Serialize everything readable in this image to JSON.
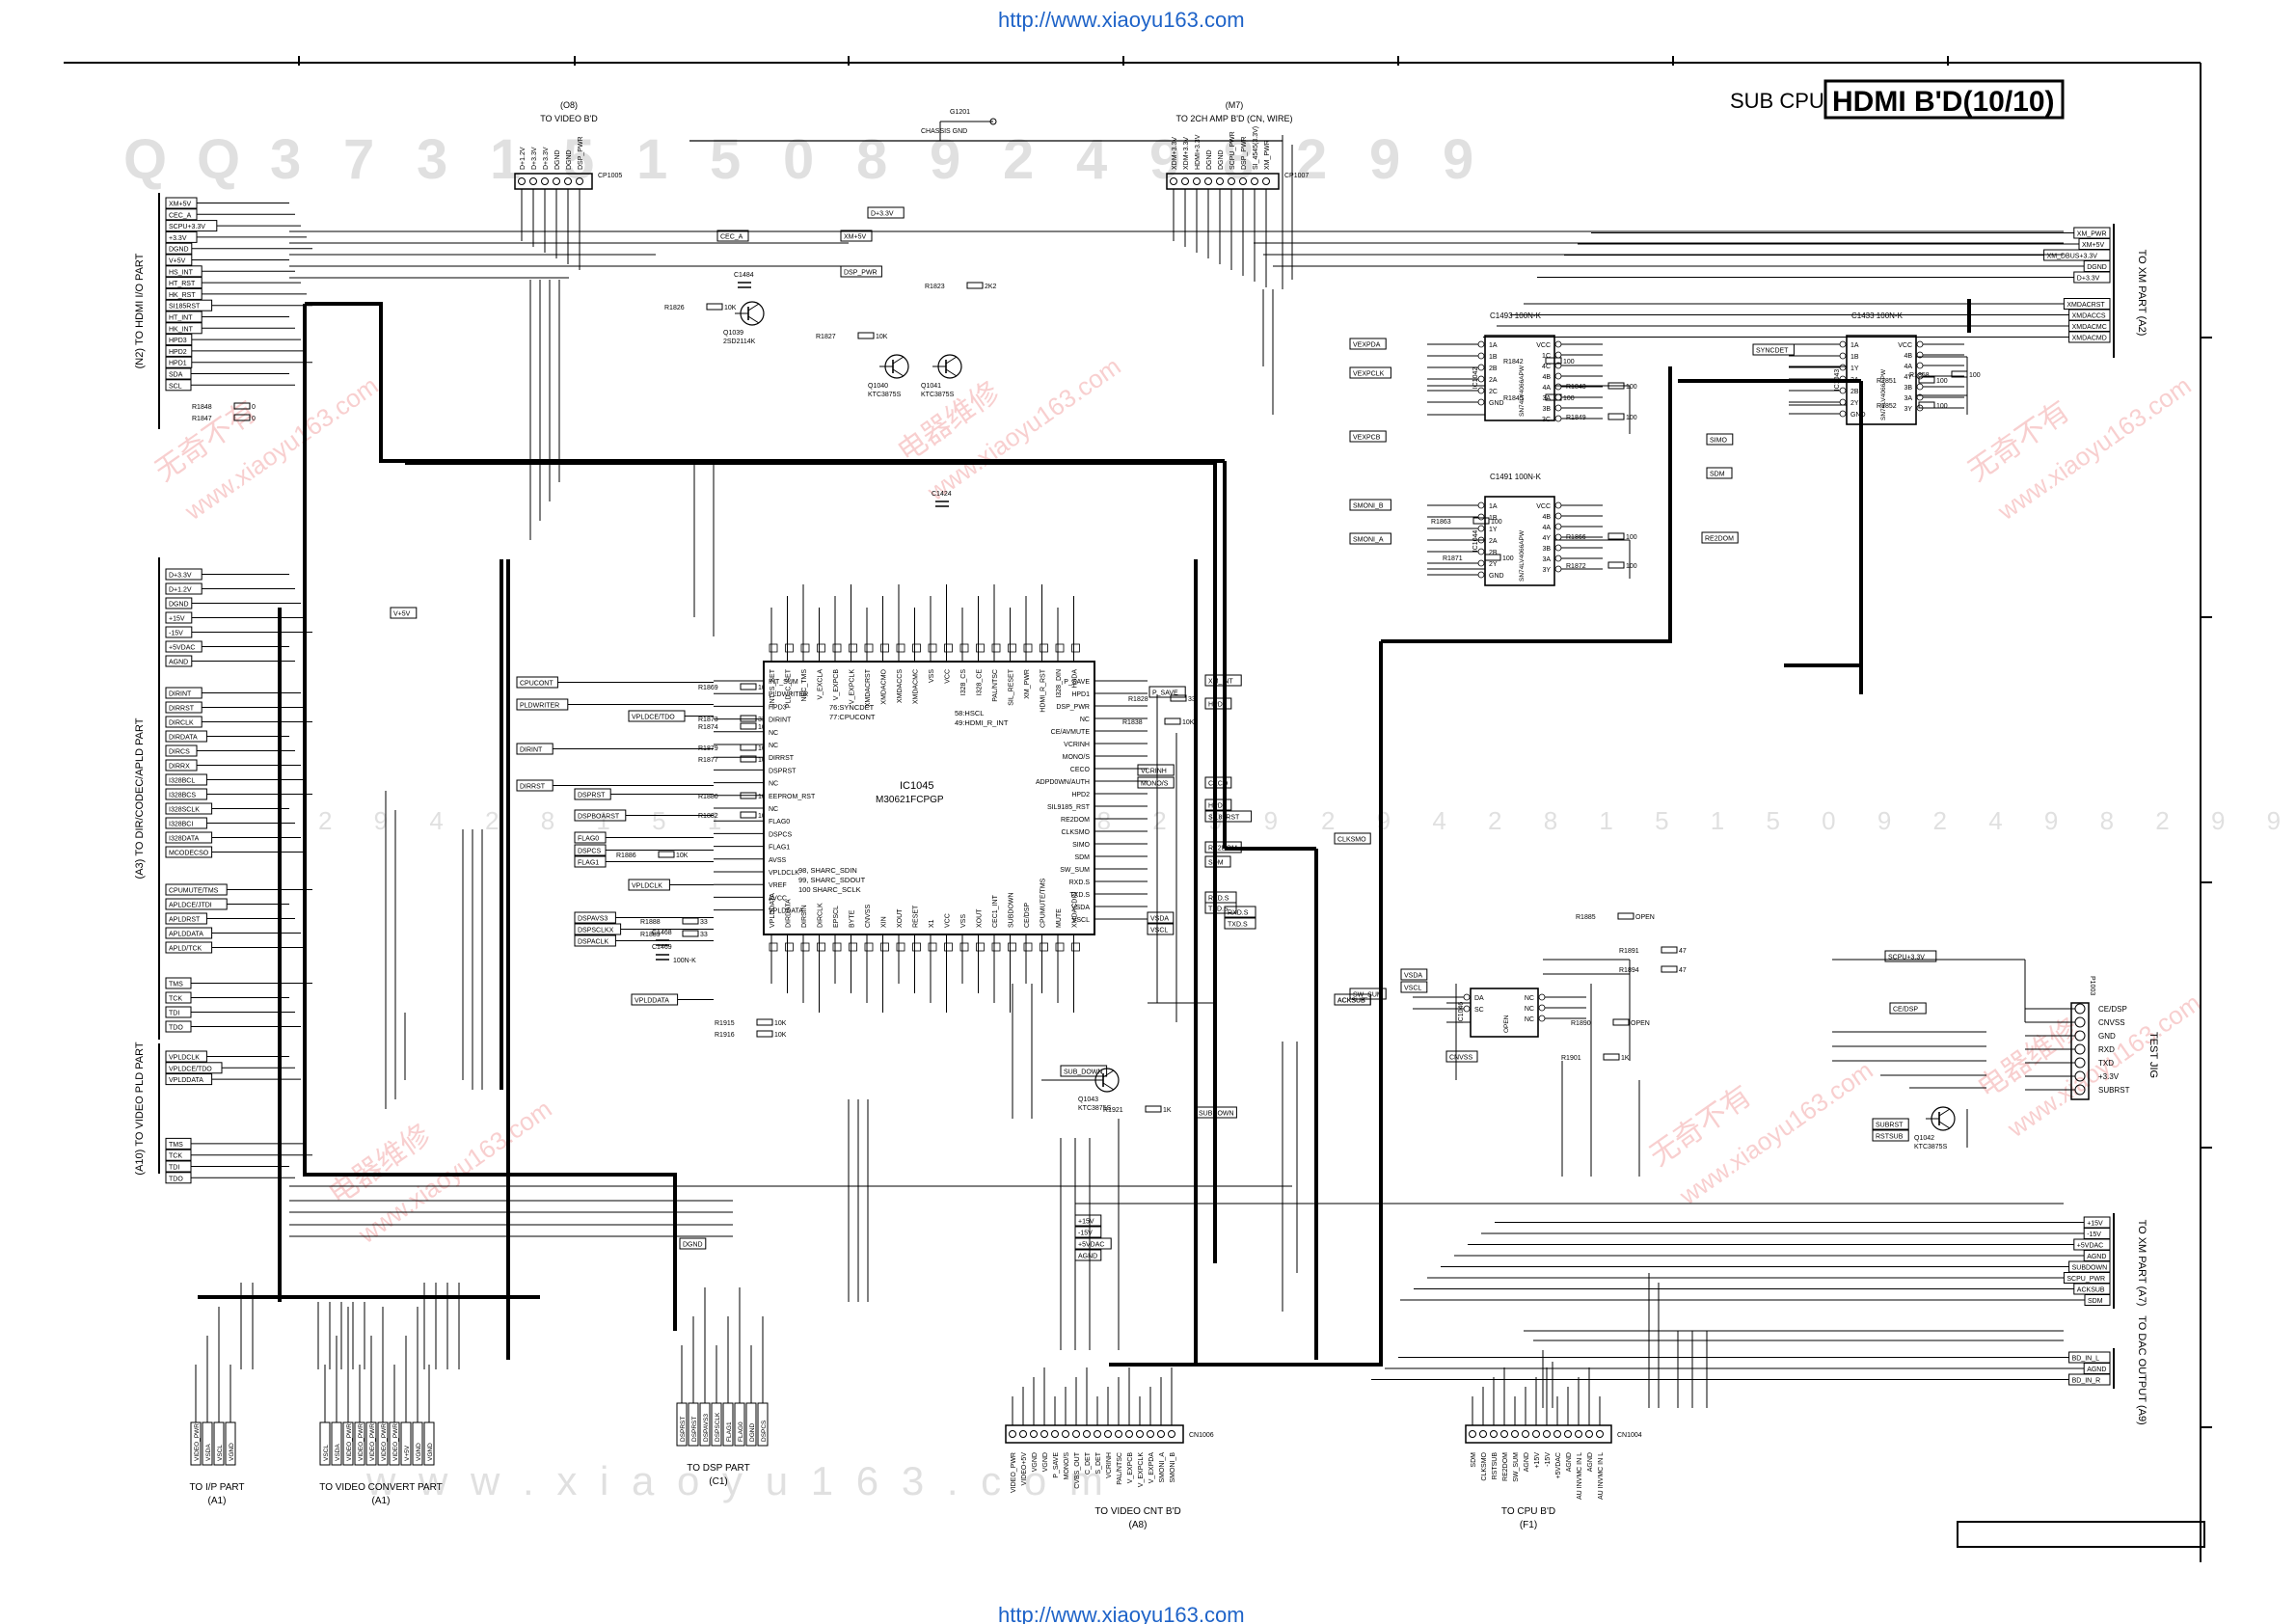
{
  "header": {
    "url_top": "http://www.xiaoyu163.com",
    "url_bottom": "http://www.xiaoyu163.com",
    "sub_cpu": "SUB CPU",
    "board_title": "HDMI B'D(10/10)"
  },
  "watermark": {
    "digits": [
      "Q",
      "Q",
      "3",
      "7",
      "3",
      "1",
      "5",
      "1",
      "5",
      "0",
      "8",
      "9",
      "2",
      "4",
      "9",
      "8",
      "2",
      "9",
      "9"
    ],
    "digits_mid": "2 9 4 2 8 1 5 1 5 0   9 2 4 9 8 2 9 9",
    "site": "www.xiaoyu163.com",
    "footer_site": "w w w . x i a o y u 1 6 3 . c o m",
    "chinese": [
      "无奇不有",
      "电器维修",
      "无奇不有",
      "电器维修",
      "无奇不有",
      "电器维修"
    ]
  },
  "left_connectors": [
    {
      "ref": "(N2)",
      "title": "TO HDMI I/O PART",
      "pins": [
        "XM+5V",
        "CEC_A",
        "SCPU+3.3V",
        "+3.3V",
        "DGND",
        "V+5V",
        "HS_INT",
        "HT_RST",
        "HK_RST",
        "SI185RST",
        "HT_INT",
        "HK_INT",
        "HPD3",
        "HPD2",
        "HPD1",
        "SDA",
        "SCL"
      ]
    },
    {
      "ref": "(A3)",
      "title": "TO DIR/CODEC/APLD PART",
      "pins": [
        "D+3.3V",
        "D+1.2V",
        "DGND",
        "+15V",
        "-15V",
        "+5VDAC",
        "AGND",
        "DIRINT",
        "DIRRST",
        "DIRCLK",
        "DIRDATA",
        "DIRCS",
        "DIRRX",
        "I328BCL",
        "I328BCS",
        "I328SCLK",
        "I328BCI",
        "I328DATA",
        "MCODECSO",
        "CPUMUTE/TMS",
        "APLDCE/JTDI",
        "APLDRST",
        "APLDDATA",
        "APLD/TCK",
        "TMS",
        "TCK",
        "TDI",
        "TDO"
      ]
    },
    {
      "ref": "(A10)",
      "title": "TO VIDEO PLD PART",
      "pins": [
        "VPLDCLK",
        "VPLDCE/TDO",
        "VPLDDATA",
        "TMS",
        "TCK",
        "TDI",
        "TDO"
      ]
    }
  ],
  "top_connectors": [
    {
      "ref": "(O8)",
      "title": "TO VIDEO B'D",
      "cp": "CP1005",
      "pins": [
        "D+1.2V",
        "D+3.3V",
        "D+3.3V",
        "DGND",
        "DGND",
        "DSP_PWR"
      ]
    },
    {
      "ref": "(M7)",
      "title": "TO 2CH AMP B'D (CN, WIRE)",
      "cp": "CP1007",
      "pins": [
        "XDM+3.3V",
        "XDM+3.3V",
        "HDMI+3.3V",
        "DGND",
        "DGND",
        "SCPU_PWR",
        "DSP_PWR",
        "SI_4545(3.3V)",
        "XM_PWR"
      ]
    }
  ],
  "chassis": {
    "ref": "G1201",
    "label": "CHASSIS GND"
  },
  "right_connectors": [
    {
      "ref": "(A2)",
      "title": "TO XM PART",
      "pins": [
        "XM_PWR",
        "XM+5V",
        "XM_DBUS+3.3V",
        "DGND",
        "D+3.3V",
        "XMDACRST",
        "XMDACCS",
        "XMDACMC",
        "XMDACMD"
      ]
    },
    {
      "ref": "(A7)",
      "title": "TO XM PART",
      "pins": [
        "+15V",
        "-15V",
        "+5VDAC",
        "AGND",
        "SUBDOWN",
        "SCPU_PWR",
        "ACKSUB",
        "SDM"
      ]
    },
    {
      "ref": "(A9)",
      "title": "TO DAC OUTPUT",
      "pins": [
        "BD_IN_L",
        "AGND",
        "BD_IN_R"
      ]
    }
  ],
  "test_jig": {
    "ref": "P1003",
    "title": "TEST JIG",
    "pins": [
      "CE/DSP",
      "CNVSS",
      "GND",
      "RXD",
      "TXD",
      "+3.3V",
      "SUBRST"
    ]
  },
  "ic_main": {
    "ref": "IC1045",
    "part": "M30621FCPGP",
    "notes": [
      "76:SYNCDET",
      "77:CPUCONT",
      "58:HSCL",
      "49:HDMI_R_INT",
      "98, SHARC_SDIN",
      "99, SHARC_SDOUT",
      "100 SHARC_SCLK"
    ],
    "left_pins": [
      "INT_SUM",
      "PLDWRITER",
      "HPD3",
      "DIRINT",
      "NC",
      "NC",
      "DIRRST",
      "DSPRST",
      "NC",
      "EEPROM_RST",
      "NC",
      "FLAG0",
      "DSPCS",
      "FLAG1",
      "AVSS",
      "VPLDCLK",
      "VREF",
      "AVCC",
      "VPLDDATA"
    ],
    "right_pins": [
      "P_SAVE",
      "HPD1",
      "DSP_PWR",
      "NC",
      "CE/AVMUTE",
      "VCRINH",
      "MONO/S",
      "CECO",
      "ADPD0WN/AUTH",
      "HPD2",
      "SIL9185_RST",
      "RE2DOM",
      "CLKSMO",
      "SIMO",
      "SDM",
      "SW_SUM",
      "RXD.S",
      "TXD.S",
      "VSDA",
      "VSCL"
    ],
    "top_pins": [
      "INT_S_SET",
      "PLD_C_SET",
      "NEC_TMS",
      "V_EXCLA",
      "V_EXPCB",
      "V_EXPCLK",
      "XMDACRST",
      "XMDACMO",
      "XMDACCS",
      "XMDACMC",
      "VSS",
      "VCC",
      "I328_CS",
      "I328_CE",
      "PAL/NTSC",
      "SIL_RESET",
      "XM_PWR",
      "HDMI_R_RST",
      "I328_DIN",
      "HSDA"
    ],
    "bottom_pins": [
      "VPLDDATA",
      "DIRDATA",
      "DIRSIN",
      "DIRCLK",
      "EPSCL",
      "BYTE",
      "CNVSS",
      "XIN",
      "XOUT",
      "RESET",
      "X1",
      "VCC",
      "VSS",
      "XOUT",
      "CEC1_INT",
      "SUBDOWN",
      "CE/DSP",
      "CPUMUTE/TMS",
      "MUTE",
      "XMDACDIN"
    ]
  },
  "ics": [
    {
      "ref": "IC1042",
      "part": "SN74LV4066APW",
      "cap": "C1493  100N-K",
      "pins_l": [
        "1A",
        "1B",
        "2B",
        "2A",
        "2C",
        "GND"
      ],
      "pins_r": [
        "VCC",
        "1C",
        "4C",
        "4B",
        "4A",
        "3A",
        "3B",
        "3C"
      ]
    },
    {
      "ref": "IC1044",
      "part": "SN74LV4066APW",
      "cap": "C1491  100N-K",
      "pins_l": [
        "1A",
        "1B",
        "1Y",
        "2A",
        "2B",
        "2Y",
        "GND"
      ],
      "pins_r": [
        "VCC",
        "4B",
        "4A",
        "4Y",
        "3B",
        "3A",
        "3Y"
      ]
    },
    {
      "ref": "IC1043",
      "part": "SN74LV4066APW",
      "cap": "C1433  100N-K",
      "pins_l": [
        "1A",
        "1B",
        "1Y",
        "2A",
        "2B",
        "2Y",
        "GND"
      ],
      "pins_r": [
        "VCC",
        "4B",
        "4A",
        "4Y",
        "3B",
        "3A",
        "3Y"
      ]
    },
    {
      "ref": "IC1046",
      "part": "OPEN",
      "cap": "",
      "pins_l": [
        "DA",
        "SC"
      ],
      "pins_r": [
        "NC",
        "NC",
        "NC"
      ]
    }
  ],
  "transistors": [
    {
      "ref": "Q1039",
      "part": "2SD2114K"
    },
    {
      "ref": "Q1040",
      "part": "KTC3875S"
    },
    {
      "ref": "Q1041",
      "part": "KTC3875S"
    },
    {
      "ref": "Q1043",
      "part": "KTC3875S"
    },
    {
      "ref": "Q1042",
      "part": "KTC3875S"
    }
  ],
  "resistors": [
    {
      "ref": "R1848",
      "val": "0"
    },
    {
      "ref": "R1847",
      "val": "0"
    },
    {
      "ref": "R1826",
      "val": "10K"
    },
    {
      "ref": "R1823",
      "val": "2K2"
    },
    {
      "ref": "R1827",
      "val": "10K"
    },
    {
      "ref": "R1869",
      "val": "10K"
    },
    {
      "ref": "R1873",
      "val": "33"
    },
    {
      "ref": "R1874",
      "val": "10K"
    },
    {
      "ref": "R1879",
      "val": "10K"
    },
    {
      "ref": "R1877",
      "val": "10K"
    },
    {
      "ref": "R1880",
      "val": "10K"
    },
    {
      "ref": "R1882",
      "val": "10K"
    },
    {
      "ref": "R1886",
      "val": "10K"
    },
    {
      "ref": "R1888",
      "val": "33"
    },
    {
      "ref": "R1889",
      "val": "33"
    },
    {
      "ref": "R1915",
      "val": "10K"
    },
    {
      "ref": "R1916",
      "val": "10K"
    },
    {
      "ref": "R1828",
      "val": "33"
    },
    {
      "ref": "R1838",
      "val": "10K"
    },
    {
      "ref": "R1921",
      "val": "1K"
    },
    {
      "ref": "R1842",
      "val": "100"
    },
    {
      "ref": "R1843",
      "val": "100"
    },
    {
      "ref": "R1845",
      "val": "100"
    },
    {
      "ref": "R1849",
      "val": "100"
    },
    {
      "ref": "R1863",
      "val": "100"
    },
    {
      "ref": "R1866",
      "val": "100"
    },
    {
      "ref": "R1871",
      "val": "100"
    },
    {
      "ref": "R1872",
      "val": "100"
    },
    {
      "ref": "R1851",
      "val": "100"
    },
    {
      "ref": "R1852",
      "val": "100"
    },
    {
      "ref": "R1858",
      "val": "100"
    },
    {
      "ref": "R1885",
      "val": "OPEN"
    },
    {
      "ref": "R1901",
      "val": "1K"
    },
    {
      "ref": "R1890",
      "val": "OPEN"
    },
    {
      "ref": "R1891",
      "val": "47"
    },
    {
      "ref": "R1894",
      "val": "47"
    }
  ],
  "caps": [
    {
      "ref": "C1484",
      "val": ""
    },
    {
      "ref": "C1468",
      "val": ""
    },
    {
      "ref": "C1469",
      "val": "100N-K"
    },
    {
      "ref": "C1424",
      "val": ""
    }
  ],
  "bus_labels_left": [
    "CPUCONT",
    "PLDWRITER",
    "DIRINT",
    "DIRRST",
    "DSPRST",
    "DSPBOARST",
    "FLAG0",
    "DSPCS",
    "FLAG1",
    "VPLDCE/TDO",
    "VPLDCLK",
    "DSPAVS3",
    "DSPSCLKX",
    "DSPACLK",
    "VPLDDATA"
  ],
  "bus_labels_right": [
    "XM_INT",
    "P_SAVE",
    "HPD1",
    "VCRINH",
    "MONO/S",
    "CECO",
    "HPD2",
    "SI185RST",
    "RE2DOM",
    "CLKSMO",
    "SDM",
    "RXD.S",
    "TXD.S",
    "VSDA",
    "VSCL",
    "ACKSUB"
  ],
  "bottom_connectors": [
    {
      "ref": "(A1)",
      "title": "TO I/P PART",
      "pins": [
        "VIDEO_PWR",
        "VSDA",
        "VSCL",
        "VGND"
      ]
    },
    {
      "ref": "(A1)",
      "title": "TO VIDEO CONVERT PART",
      "pins": [
        "VSCL",
        "VSDA",
        "VIDEO_PWR",
        "VIDEO_PWR",
        "VIDEO_PWR",
        "VIDEO_PWR",
        "VIDEO_PWR",
        "V+5V",
        "VGND",
        "VGND"
      ]
    },
    {
      "ref": "(C1)",
      "title": "TO DSP PART",
      "pins": [
        "DSPRST",
        "DSPRST",
        "DSPAVS3",
        "DSPSCLK",
        "FLAG1",
        "FLAG0",
        "DGND",
        "DSPCS"
      ]
    },
    {
      "ref": "(A8)",
      "title": "TO VIDEO CNT B'D",
      "cn": "CN1006",
      "pins": [
        "VIDEO_PWR",
        "VIDEO+5V",
        "VGND",
        "VGND",
        "P_SAVE",
        "MONO/S",
        "CVBS_OUT",
        "C_DET",
        "S_DET",
        "VCRINH",
        "PAL/NTSC",
        "V_EXPCB",
        "V_EXPCLK",
        "V_EXPDA",
        "SMONI_A",
        "SMONI_B"
      ]
    },
    {
      "ref": "(F1)",
      "title": "TO CPU B'D",
      "cn": "CN1004",
      "pins": [
        "SDM",
        "CLKSMO",
        "RSTSUB",
        "RE2DOM",
        "SW_SUM",
        "AGND",
        "+15V",
        "-15V",
        "+5VDAC",
        "AGND",
        "AU INVMC IN L",
        "AGND",
        "AU INVMC IN L"
      ]
    }
  ],
  "misc_labels": [
    "D+3.3V",
    "CEC_A",
    "XM+5V",
    "DSP_PWR",
    "V+5V",
    "+15V",
    "-15V",
    "+5VDAC",
    "AGND",
    "DGND",
    "VEXPDA",
    "VEXPCLK",
    "VEXPCB",
    "SMONI_B",
    "SMONI_A",
    "SYNCDET",
    "SIMO",
    "SDM",
    "RE2DOM",
    "SUBDOWN",
    "SUBRST",
    "RSTSUB",
    "SCPU+3.3V",
    "CE/DSP",
    "RXD.S",
    "TXD.S",
    "CNVSS",
    "VSDA",
    "VSCL",
    "SW_SUM",
    "ACKSUB",
    "SUB_DOWN"
  ]
}
